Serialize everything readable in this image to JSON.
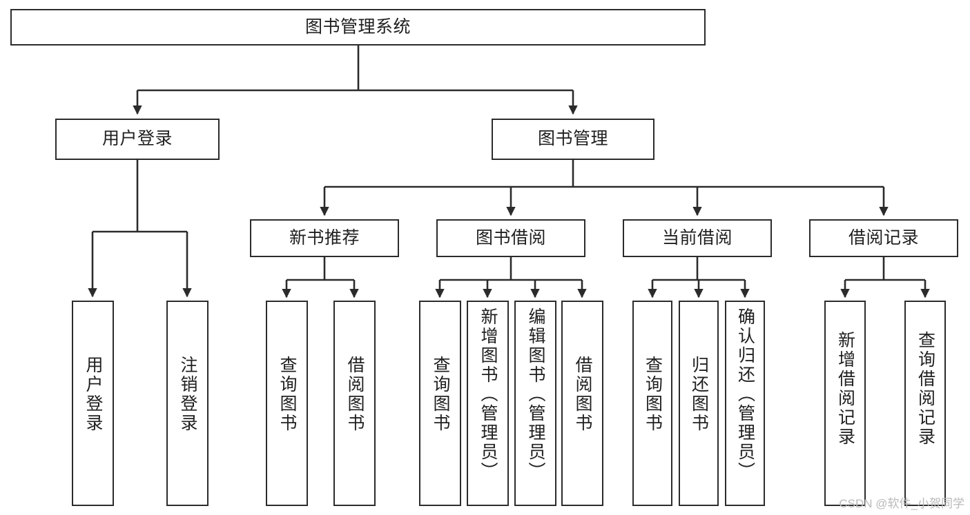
{
  "diagram": {
    "type": "tree-structure-chart",
    "title": "图书管理系统",
    "watermark": "CSDN @软件_小贺同学",
    "colors": {
      "stroke": "#2b2b2b",
      "fill": "#ffffff",
      "text": "#1f1f1f",
      "watermark": "#b9b9b9"
    }
  },
  "nodes": {
    "root": {
      "label": "图书管理系统"
    },
    "level2": [
      {
        "id": "user-login",
        "label": "用户登录"
      },
      {
        "id": "book-manage",
        "label": "图书管理"
      }
    ],
    "level3": [
      {
        "id": "new-book-recommend",
        "label": "新书推荐"
      },
      {
        "id": "book-borrow",
        "label": "图书借阅"
      },
      {
        "id": "current-borrow",
        "label": "当前借阅"
      },
      {
        "id": "borrow-record",
        "label": "借阅记录"
      }
    ],
    "leaves": {
      "user-login": [
        {
          "id": "leaf-user-login",
          "label": "用户登录"
        },
        {
          "id": "leaf-logout",
          "label": "注销登录"
        }
      ],
      "new-book-recommend": [
        {
          "id": "leaf-query-book-1",
          "label": "查询图书"
        },
        {
          "id": "leaf-borrow-book-1",
          "label": "借阅图书"
        }
      ],
      "book-borrow": [
        {
          "id": "leaf-query-book-2",
          "label": "查询图书"
        },
        {
          "id": "leaf-add-book",
          "label": "新增图书（管理员）"
        },
        {
          "id": "leaf-edit-book",
          "label": "编辑图书（管理员）"
        },
        {
          "id": "leaf-borrow-book-2",
          "label": "借阅图书"
        }
      ],
      "current-borrow": [
        {
          "id": "leaf-query-book-3",
          "label": "查询图书"
        },
        {
          "id": "leaf-return-book",
          "label": "归还图书"
        },
        {
          "id": "leaf-confirm-return",
          "label": "确认归还（管理员）"
        }
      ],
      "borrow-record": [
        {
          "id": "leaf-add-record",
          "label": "新增借阅记录"
        },
        {
          "id": "leaf-query-record",
          "label": "查询借阅记录"
        }
      ]
    }
  }
}
